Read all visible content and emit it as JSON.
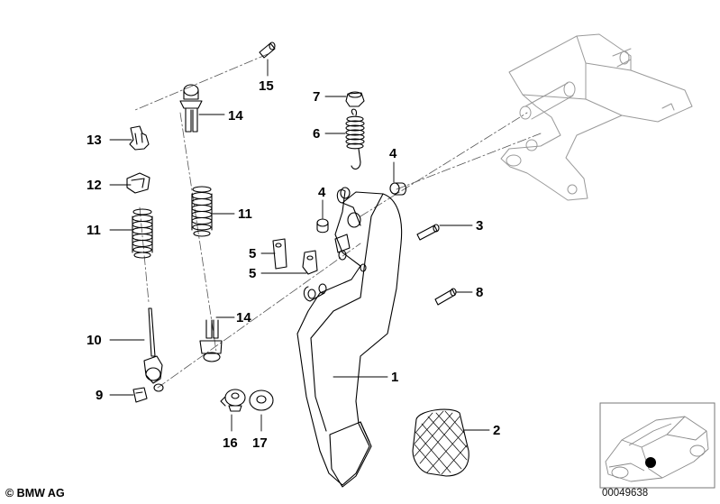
{
  "callouts": {
    "1": "1",
    "2": "2",
    "3": "3",
    "4": "4",
    "5": "5",
    "6": "6",
    "7": "7",
    "8": "8",
    "9": "9",
    "10": "10",
    "11": "11",
    "12": "12",
    "13": "13",
    "14": "14",
    "15": "15",
    "16": "16",
    "17": "17"
  },
  "footer": {
    "copyright": "© BMW AG",
    "doc_number": "00049638"
  },
  "icons": {
    "vehicle_thumbnail": "car-locator-icon",
    "location_marker": "location-dot-icon"
  }
}
